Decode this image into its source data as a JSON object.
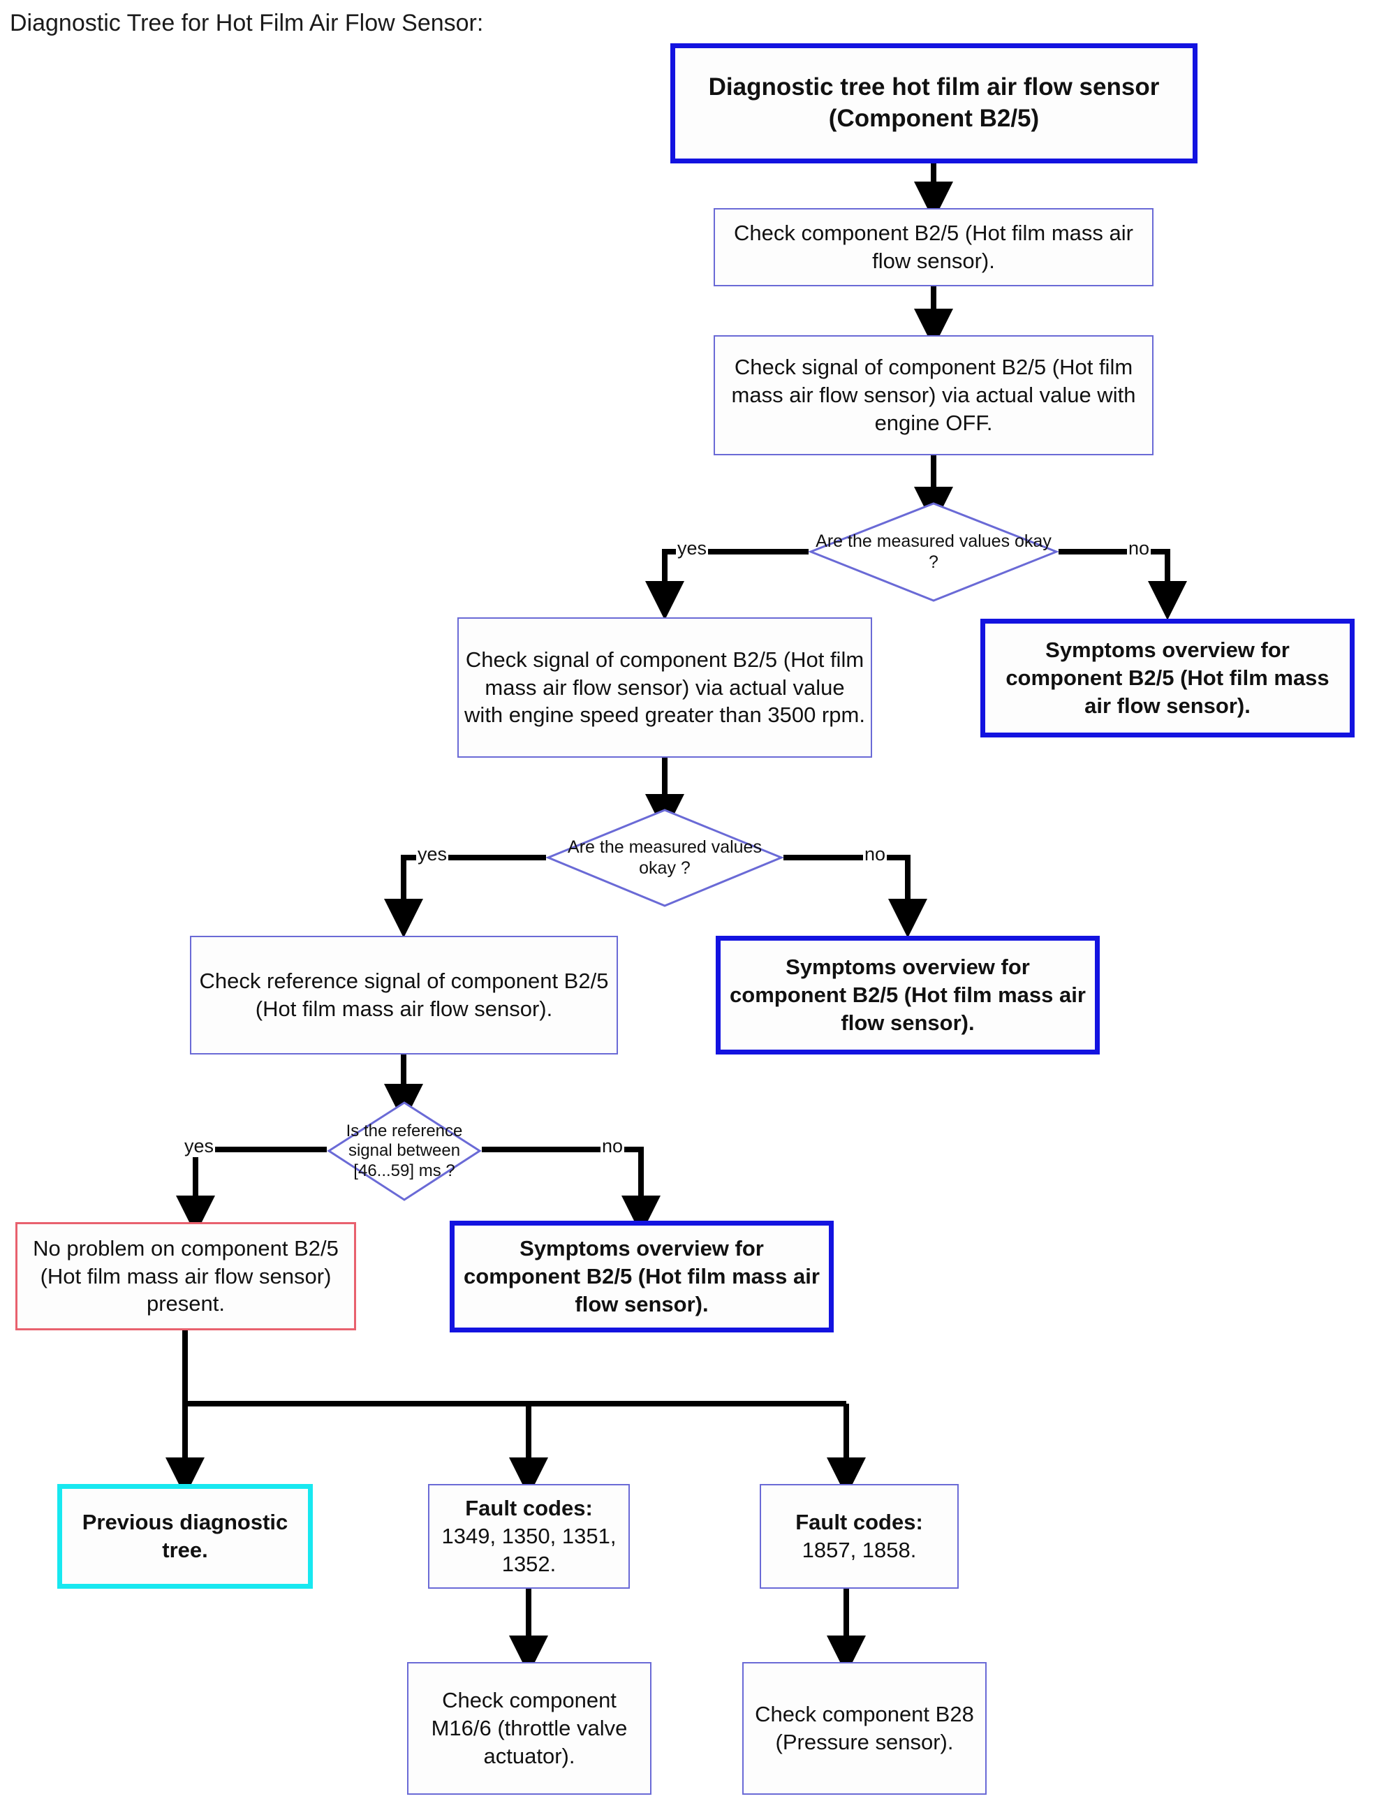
{
  "page": {
    "title": "Diagnostic Tree for Hot Film Air Flow Sensor:"
  },
  "nodes": {
    "root": "Diagnostic tree hot film air flow sensor (Component B2/5)",
    "check_component": "Check component B2/5 (Hot film mass air flow sensor).",
    "check_signal_off": "Check signal of component B2/5 (Hot film mass air flow sensor) via actual value with engine OFF.",
    "check_signal_rpm": "Check signal of component B2/5 (Hot film mass air flow sensor) via actual value with engine speed greater than 3500 rpm.",
    "check_reference": "Check reference signal of component B2/5 (Hot film mass air flow sensor).",
    "symptoms_1": "Symptoms overview for component B2/5 (Hot film mass air flow sensor).",
    "symptoms_2": "Symptoms overview for component B2/5 (Hot film mass air flow sensor).",
    "symptoms_3": "Symptoms overview for component B2/5 (Hot film mass air flow sensor).",
    "no_problem": "No problem on component B2/5 (Hot film mass air flow sensor) present.",
    "previous_tree": "Previous diagnostic tree.",
    "fault_codes_1_head": "Fault codes:",
    "fault_codes_1_body": "1349, 1350, 1351, 1352.",
    "fault_codes_2_head": "Fault codes:",
    "fault_codes_2_body": "1857, 1858.",
    "check_m16": "Check component M16/6 (throttle valve actuator).",
    "check_b28": "Check component B28 (Pressure sensor)."
  },
  "decisions": {
    "d1": "Are the measured values okay ?",
    "d2": "Are the measured values okay ?",
    "d3": "Is the reference signal between [46...59] ms ?"
  },
  "edge_labels": {
    "d1_yes": "yes",
    "d1_no": "no",
    "d2_yes": "yes",
    "d2_no": "no",
    "d3_yes": "yes",
    "d3_no": "no"
  },
  "colors": {
    "thin_border": "#6a6ad6",
    "thick_blue": "#1313e0",
    "red": "#e8616e",
    "cyan": "#18e8f0",
    "connector": "#000000",
    "text": "#111111",
    "background": "#ffffff"
  }
}
